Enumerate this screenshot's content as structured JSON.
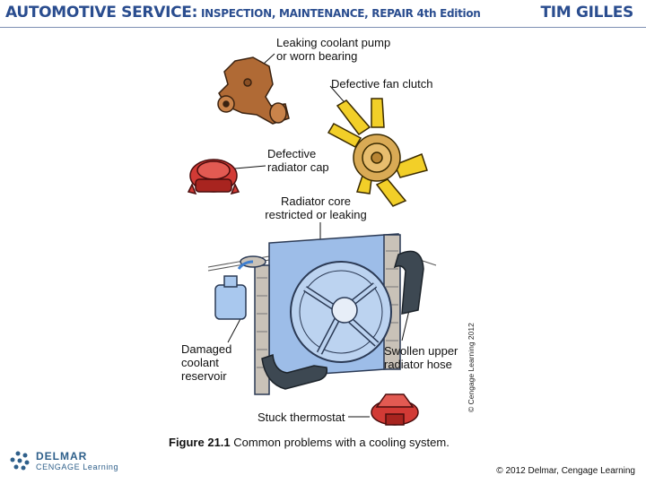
{
  "header": {
    "title_main": "AUTOMOTIVE SERVICE:",
    "title_sub": " INSPECTION, MAINTENANCE, REPAIR",
    "edition": " 4th Edition",
    "author": "TIM GILLES"
  },
  "labels": {
    "pump": "Leaking coolant pump\nor worn bearing",
    "fan_clutch": "Defective fan clutch",
    "radiator_cap": "Defective\nradiator cap",
    "radiator_core": "Radiator core\nrestricted or leaking",
    "reservoir": "Damaged\ncoolant\nreservoir",
    "upper_hose": "Swollen upper\nradiator hose",
    "thermostat": "Stuck thermostat"
  },
  "caption": {
    "figure_number": "Figure 21.1",
    "text": "  Common problems with a cooling system."
  },
  "image_credit": "© Cengage Learning 2012",
  "footer": {
    "logo_name": "DELMAR",
    "logo_sub": "CENGAGE Learning",
    "copyright": "© 2012 Delmar, Cengage Learning"
  },
  "colors": {
    "header_blue": "#2a4d8f",
    "fan_yellow": "#f2cf28",
    "pump_brown": "#b06a35",
    "cap_red": "#d23a35",
    "radiator_blue": "#9dbde8",
    "hose_dark": "#3d4852"
  }
}
